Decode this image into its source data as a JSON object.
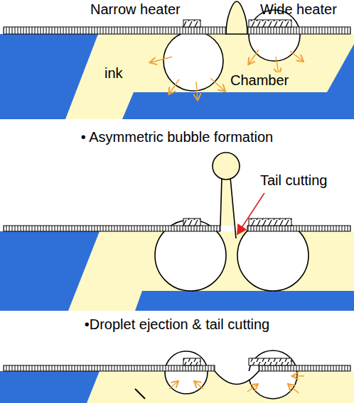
{
  "diagram": {
    "labels": [
      "Narrow heater",
      "Wide heater",
      "ink",
      "Chamber",
      "• Asymmetric bubble formation",
      "Tail cutting",
      "•Droplet ejection & tail cutting"
    ]
  }
}
